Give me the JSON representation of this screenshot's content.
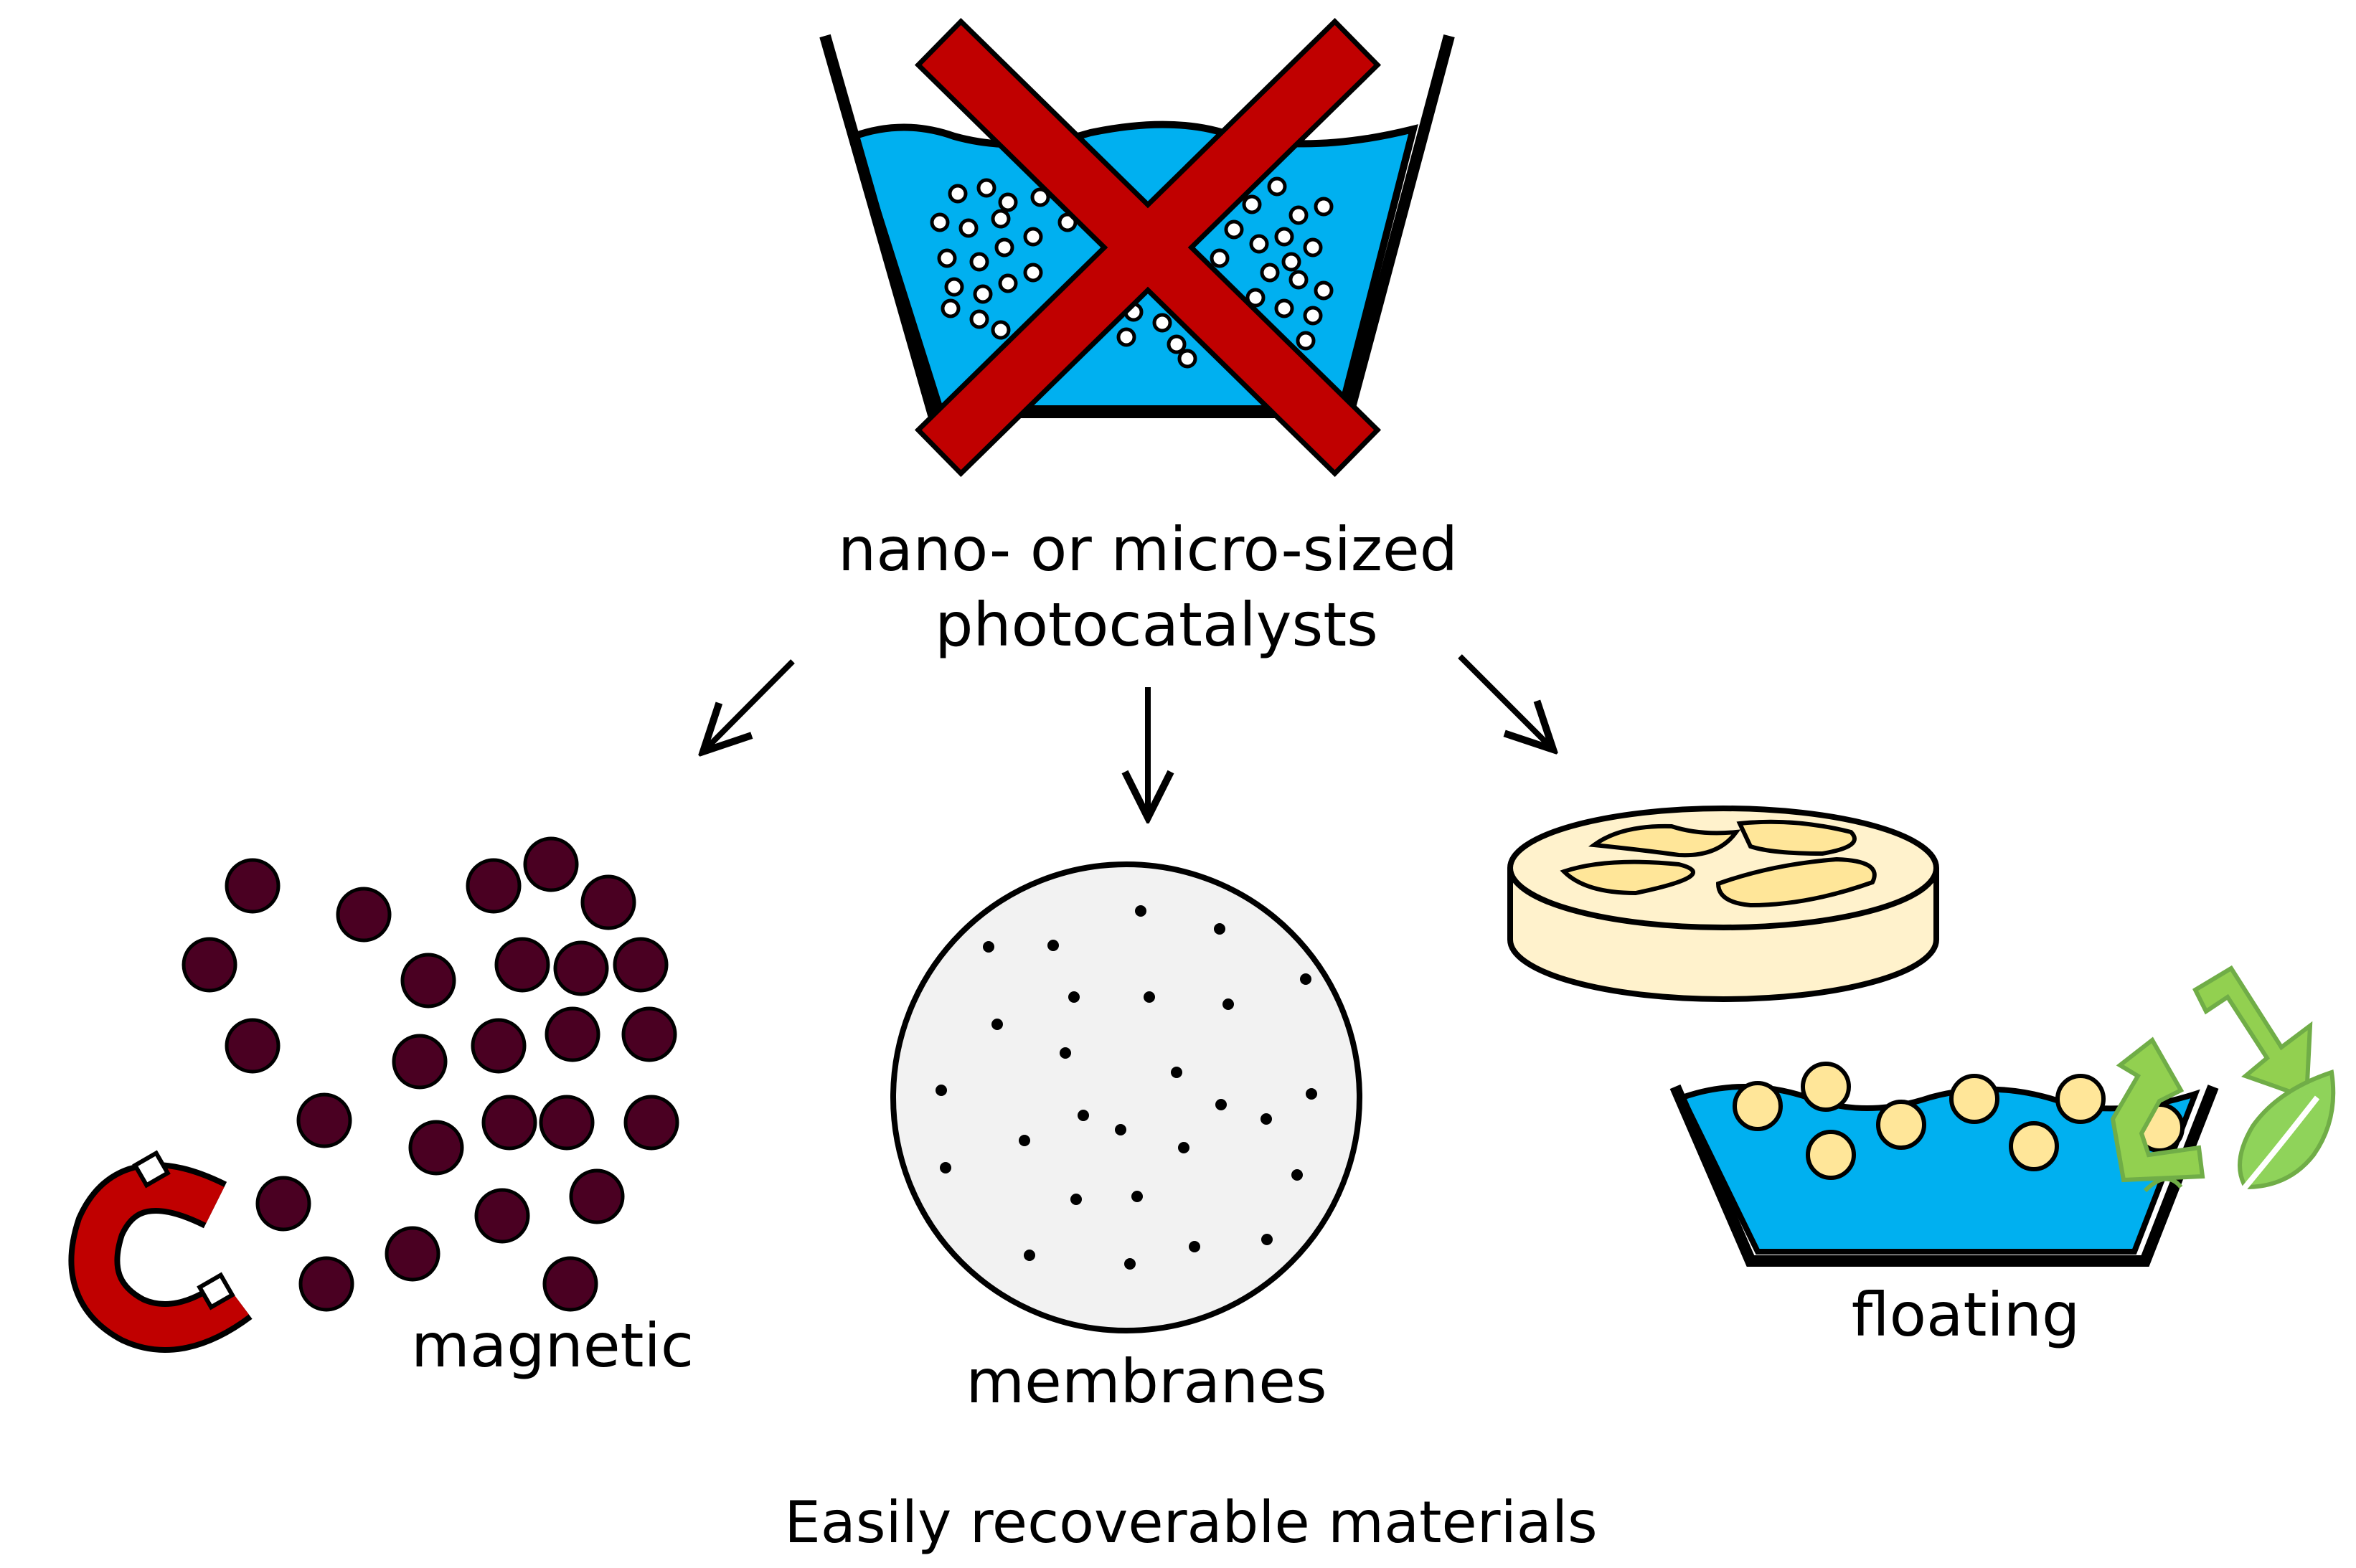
{
  "diagram": {
    "top_label_line1": "nano- or micro-sized",
    "top_label_line2": "photocatalysts",
    "branches": [
      {
        "label": "magnetic"
      },
      {
        "label": "membranes"
      },
      {
        "label": "floating"
      }
    ],
    "caption": "Easily recoverable materials"
  },
  "colors": {
    "water": "#00b0f0",
    "cross": "#c00000",
    "magnetic_particle": "#4a0022",
    "magnet": "#c00000",
    "membrane_fill": "#f2f2f2",
    "floating_support": "#fff2cc",
    "floating_particle": "#ffe699",
    "recycle_green": "#70ad47",
    "leaf_green": "#8fd35a"
  },
  "icons": [
    "beaker-icon",
    "cross-icon",
    "magnet-icon",
    "membrane-disc-icon",
    "support-disc-icon",
    "recycle-icon",
    "leaf-icon"
  ]
}
